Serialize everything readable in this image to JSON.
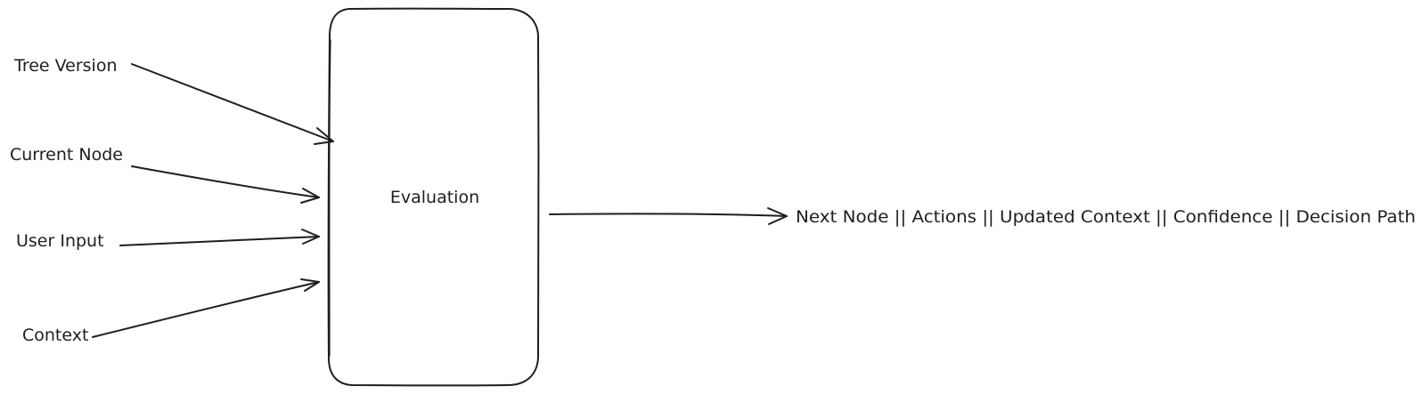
{
  "inputs": [
    {
      "id": "tree-version",
      "label": "Tree Version"
    },
    {
      "id": "current-node",
      "label": "Current Node"
    },
    {
      "id": "user-input",
      "label": "User Input"
    },
    {
      "id": "context",
      "label": "Context"
    }
  ],
  "process": {
    "label": "Evaluation"
  },
  "output": {
    "label": "Next Node || Actions || Updated Context || Confidence || Decision Path"
  },
  "colors": {
    "stroke": "#1e1e1e",
    "background": "#ffffff"
  }
}
